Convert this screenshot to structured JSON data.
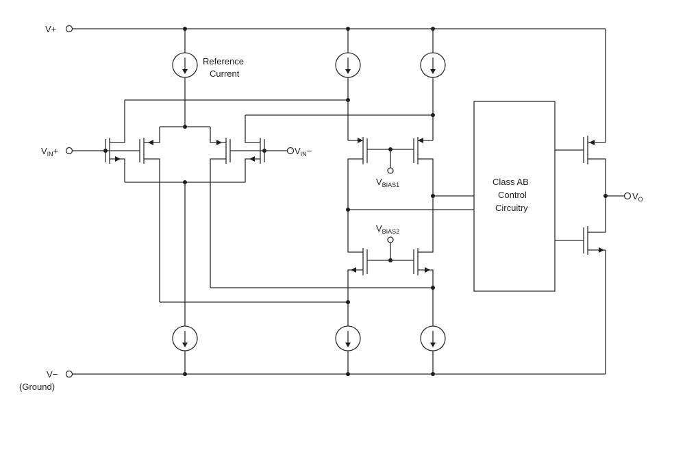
{
  "terminals": {
    "vplus": "V+",
    "vminus": "V−",
    "vminus_note": "(Ground)",
    "vin_plus_main": "V",
    "vin_plus_sub": "IN",
    "vin_plus_suffix": "+",
    "vin_minus_main": "V",
    "vin_minus_sub": "IN",
    "vin_minus_suffix": "−",
    "vout_main": "V",
    "vout_sub": "O"
  },
  "labels": {
    "reference_line1": "Reference",
    "reference_line2": "Current",
    "vbias1_main": "V",
    "vbias1_sub": "BIAS1",
    "vbias2_main": "V",
    "vbias2_sub": "BIAS2"
  },
  "block": {
    "line1": "Class AB",
    "line2": "Control",
    "line3": "Circuitry"
  }
}
